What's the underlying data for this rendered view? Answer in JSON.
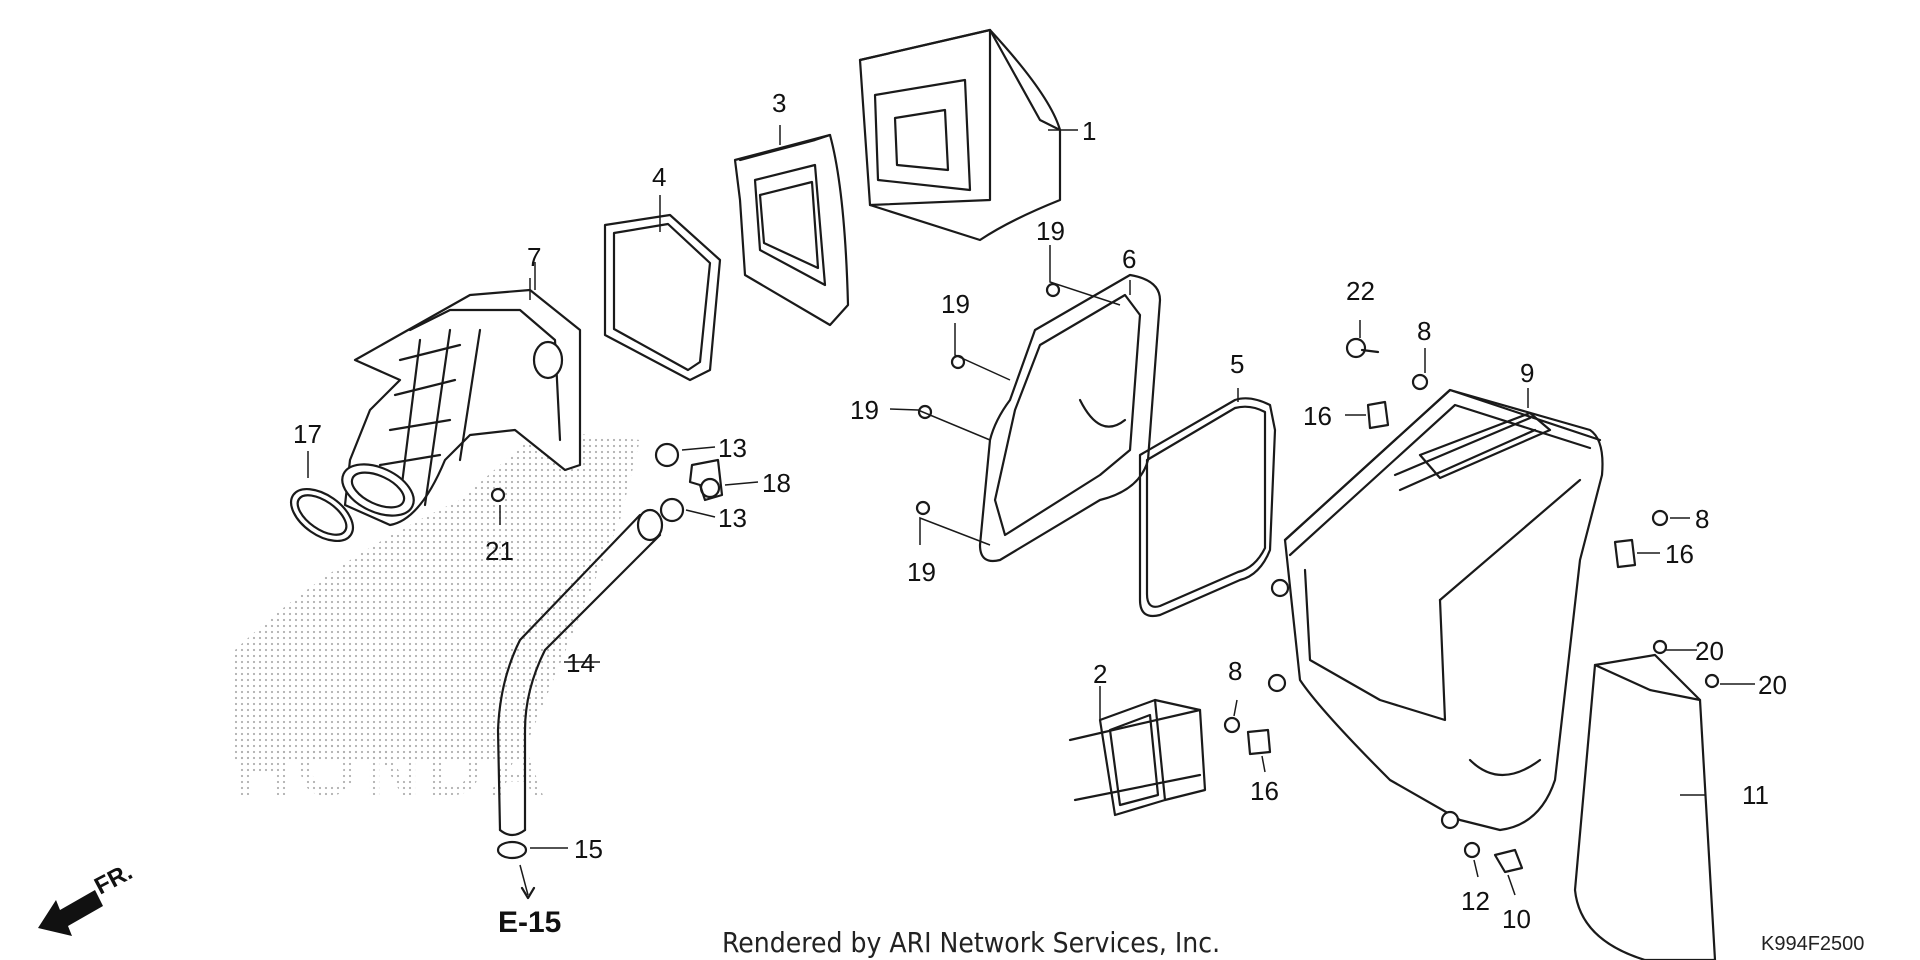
{
  "colors": {
    "line": "#1a1a1a",
    "watermark": "#b0b0b0",
    "background": "#ffffff"
  },
  "watermark": {
    "brand": "HONDA"
  },
  "direction_marker": {
    "label": "FR.",
    "icon": "arrow-front-icon"
  },
  "reference": {
    "label": "E-15"
  },
  "footer": {
    "credit": "Rendered by ARI Network Services, Inc.",
    "diagram_code": "K994F2500"
  },
  "callouts": {
    "c1": "1",
    "c2": "2",
    "c3": "3",
    "c4": "4",
    "c5": "5",
    "c6": "6",
    "c7": "7",
    "c8a": "8",
    "c8b": "8",
    "c8c": "8",
    "c9": "9",
    "c10": "10",
    "c11": "11",
    "c12": "12",
    "c13a": "13",
    "c13b": "13",
    "c14": "14",
    "c15": "15",
    "c16a": "16",
    "c16b": "16",
    "c16c": "16",
    "c17": "17",
    "c18": "18",
    "c19a": "19",
    "c19b": "19",
    "c19c": "19",
    "c19d": "19",
    "c20a": "20",
    "c20b": "20",
    "c21": "21",
    "c22": "22"
  }
}
